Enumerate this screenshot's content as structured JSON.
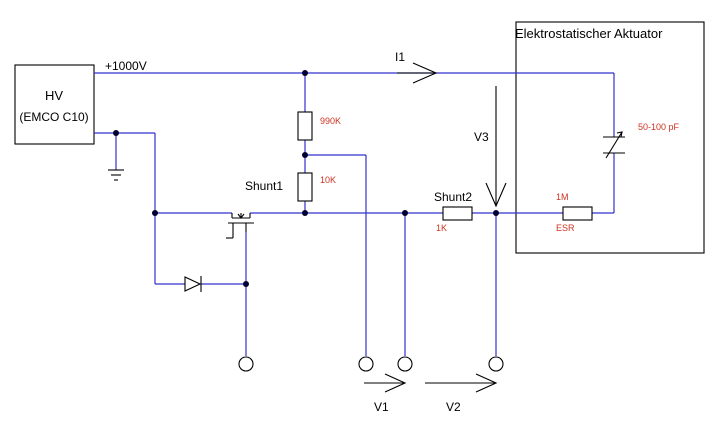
{
  "labels": {
    "hv_title": "HV",
    "hv_model": "(EMCO C10)",
    "supply_voltage": "+1000V",
    "current": "I1",
    "actuator_title": "Elektrostatischer Aktuator",
    "capacitance": "50-100 pF",
    "r_top_value": "990K",
    "shunt1": "Shunt1",
    "shunt1_value": "10K",
    "shunt2": "Shunt2",
    "shunt2_value": "1K",
    "v3": "V3",
    "esr_value": "1M",
    "esr": "ESR",
    "v1": "V1",
    "v2": "V2"
  },
  "colors": {
    "wire": "#3333cc",
    "component_value": "#cc3322",
    "outline": "#000000"
  }
}
